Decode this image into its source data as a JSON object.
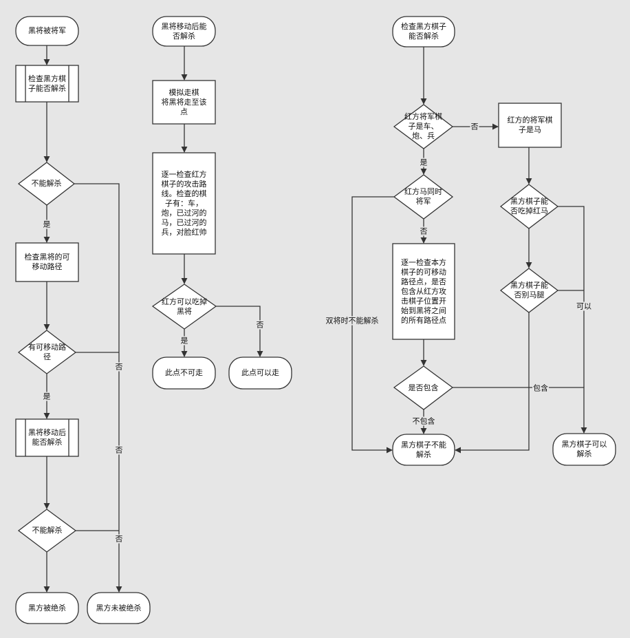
{
  "nodes": {
    "n1": "黑将被将军",
    "n2": "检查黑方棋\n子能否解杀",
    "n3": "不能解杀",
    "n4": "检查黑将的可\n移动路径",
    "n5": "有可移动路\n径",
    "n6": "黑将移动后\n能否解杀",
    "n7": "不能解杀",
    "n8": "黑方被绝杀",
    "n9": "黑方未被绝杀",
    "m1": "黑将移动后能\n否解杀",
    "m2": "模拟走棋\n将黑将走至该\n点",
    "m3": "逐一检查红方\n棋子的攻击路\n线。检查的棋\n子有：车，\n炮，已过河的\n马，已过河的\n兵，对脸红帅",
    "m4": "红方可以吃掉\n黑将",
    "m5": "此点不可走",
    "m6": "此点可以走",
    "r1": "检查黑方棋子\n能否解杀",
    "r2": "红方将军棋\n子是车、\n炮、兵",
    "r3": "红方马同时\n将军",
    "r4": "逐一检查本方\n棋子的可移动\n路径点，是否\n包含从红方攻\n击棋子位置开\n始到黑将之间\n的所有路径点",
    "r5": "是否包含",
    "r6": "黑方棋子不能\n解杀",
    "r7": "红方的将军棋\n子是马",
    "r8": "黑方棋子能\n否吃掉红马",
    "r9": "黑方棋子能\n否别马腿",
    "r10": "黑方棋子可以\n解杀"
  },
  "edge_labels": {
    "l_yes1": "是",
    "l_yes2": "是",
    "l_no1": "否",
    "l_no2": "否",
    "l_no3": "否",
    "l_yes3": "是",
    "l_no4": "否",
    "l_no5": "否",
    "l_yes4": "是",
    "l_no6": "否",
    "l_double": "双将时不能解杀",
    "l_notcontain": "不包含",
    "l_contain": "包含",
    "l_can": "可以"
  },
  "colors": {
    "fill": "#ffffff",
    "stroke": "#333333",
    "background": "#e6e6e6"
  }
}
